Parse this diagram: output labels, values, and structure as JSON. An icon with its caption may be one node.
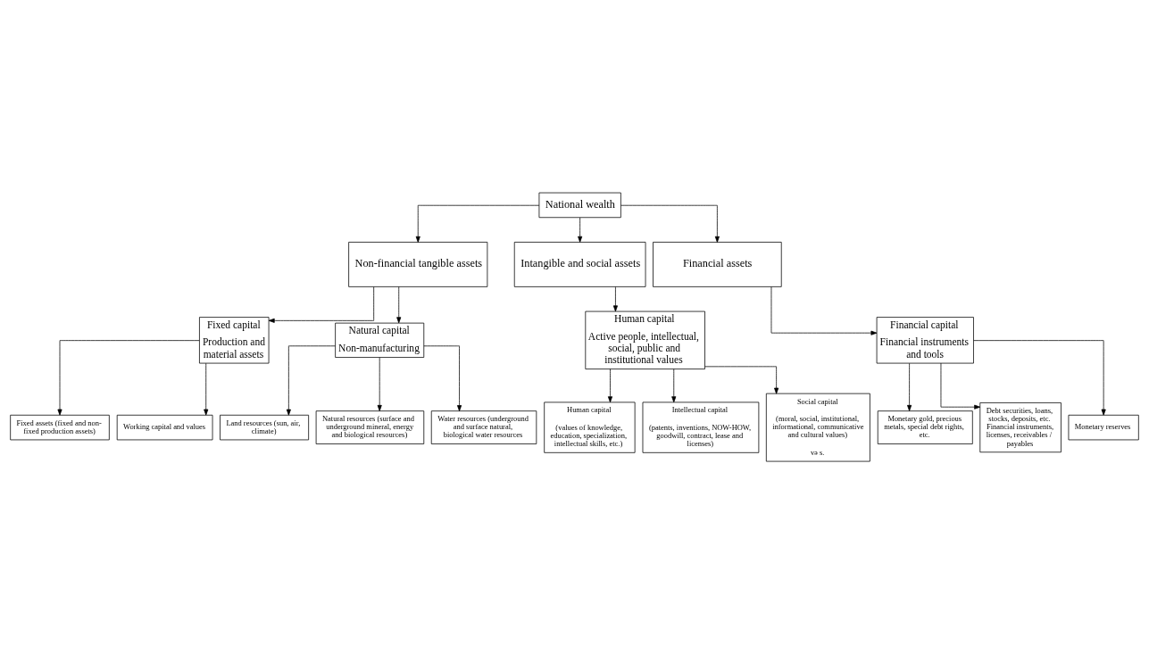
{
  "diagram": {
    "nodes": [
      {
        "text": [
          "National wealth"
        ]
      },
      {
        "text": [
          "Non-financial tangible assets"
        ]
      },
      {
        "text": [
          "Intangible and social assets"
        ]
      },
      {
        "text": [
          "Financial assets"
        ]
      },
      {
        "text": [
          "Fixed capital",
          "Production and material assets"
        ]
      },
      {
        "text": [
          "Natural capital",
          "Non-manufacturing"
        ]
      },
      {
        "text": [
          "Human capital",
          "Active people, intellectual, social, public and institutional values"
        ]
      },
      {
        "text": [
          "Financial capital",
          "Financial instruments and tools"
        ]
      },
      {
        "text": [
          "Fixed assets (fixed and non-fixed production assets)"
        ]
      },
      {
        "text": [
          "Working capital and values"
        ]
      },
      {
        "text": [
          "Land resources (sun, air, climate)"
        ]
      },
      {
        "text": [
          "Natural resources (surface and underground mineral, energy and biological resources)"
        ]
      },
      {
        "text": [
          "Water resources (underground and surface natural, biological water resources"
        ]
      },
      {
        "text": [
          "Human capital",
          "(values of knowledge, education, specialization, intellectual skills, etc.)"
        ]
      },
      {
        "text": [
          "Intellectual capital",
          "(patents, inventions, NOW-HOW, goodwill, contract, lease and licenses)"
        ]
      },
      {
        "text": [
          "Social capital",
          "(moral, social, institutional, informational, communicative and cultural values)",
          "və s."
        ]
      },
      {
        "text": [
          "Monetary gold, precious metals, special debt rights, etc."
        ]
      },
      {
        "text": [
          "Debt securities, loans, stocks, deposits, etc. Financial instruments, licenses, receivables / payables"
        ]
      },
      {
        "text": [
          "Monetary reserves"
        ]
      }
    ],
    "edges": [
      {
        "from": 0,
        "to": 1,
        "arrow": "to"
      },
      {
        "from": 0,
        "to": 2,
        "arrow": "to"
      },
      {
        "from": 0,
        "to": 3,
        "arrow": "to"
      },
      {
        "from": 1,
        "to": 4,
        "arrow": "to"
      },
      {
        "from": 1,
        "to": 5,
        "arrow": "to"
      },
      {
        "from": 2,
        "to": 6,
        "arrow": "to"
      },
      {
        "from": 3,
        "to": 7,
        "arrow": "to"
      },
      {
        "from": 4,
        "to": 8,
        "arrow": "to"
      },
      {
        "from": 4,
        "to": 9,
        "arrow": "to"
      },
      {
        "from": 5,
        "to": 10,
        "arrow": "to"
      },
      {
        "from": 5,
        "to": 11,
        "arrow": "to"
      },
      {
        "from": 5,
        "to": 12,
        "arrow": "to"
      },
      {
        "from": 6,
        "to": 13,
        "arrow": "to"
      },
      {
        "from": 6,
        "to": 14,
        "arrow": "to"
      },
      {
        "from": 6,
        "to": 15,
        "arrow": "to"
      },
      {
        "from": 7,
        "to": 16,
        "arrow": "to"
      },
      {
        "from": 7,
        "to": 17,
        "arrow": "to"
      },
      {
        "from": 7,
        "to": 18,
        "arrow": "to"
      }
    ]
  }
}
